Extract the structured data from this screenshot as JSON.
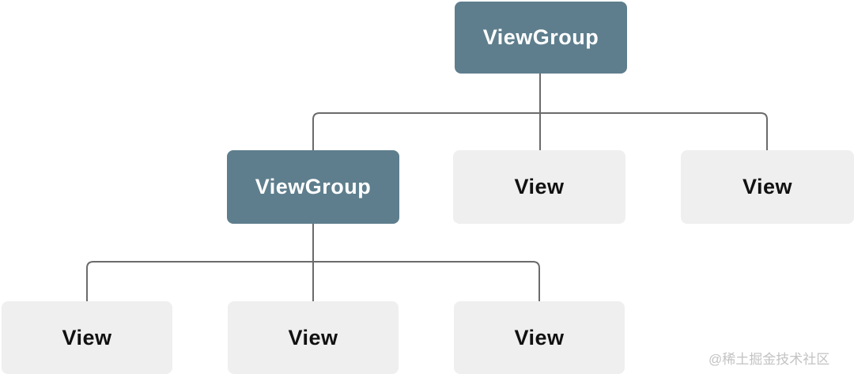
{
  "diagram": {
    "kind": "android-view-hierarchy-tree",
    "levels": 3
  },
  "nodes": [
    {
      "id": "root",
      "label": "ViewGroup",
      "type": "ViewGroup",
      "level": 1,
      "parent": null
    },
    {
      "id": "vg-2a",
      "label": "ViewGroup",
      "type": "ViewGroup",
      "level": 2,
      "parent": "root"
    },
    {
      "id": "view-2b",
      "label": "View",
      "type": "View",
      "level": 2,
      "parent": "root"
    },
    {
      "id": "view-2c",
      "label": "View",
      "type": "View",
      "level": 2,
      "parent": "root"
    },
    {
      "id": "view-3a",
      "label": "View",
      "type": "View",
      "level": 3,
      "parent": "vg-2a"
    },
    {
      "id": "view-3b",
      "label": "View",
      "type": "View",
      "level": 3,
      "parent": "vg-2a"
    },
    {
      "id": "view-3c",
      "label": "View",
      "type": "View",
      "level": 3,
      "parent": "vg-2a"
    }
  ],
  "watermark": {
    "text": "@稀土掘金技术社区"
  },
  "colors": {
    "background": "#ffffff",
    "viewgroup_bg": "#5e7e8d",
    "viewgroup_text": "#ffffff",
    "view_bg": "#efefef",
    "view_text": "#111111",
    "connector": "#6b6b6b",
    "watermark_text": "#c3c3c3"
  }
}
